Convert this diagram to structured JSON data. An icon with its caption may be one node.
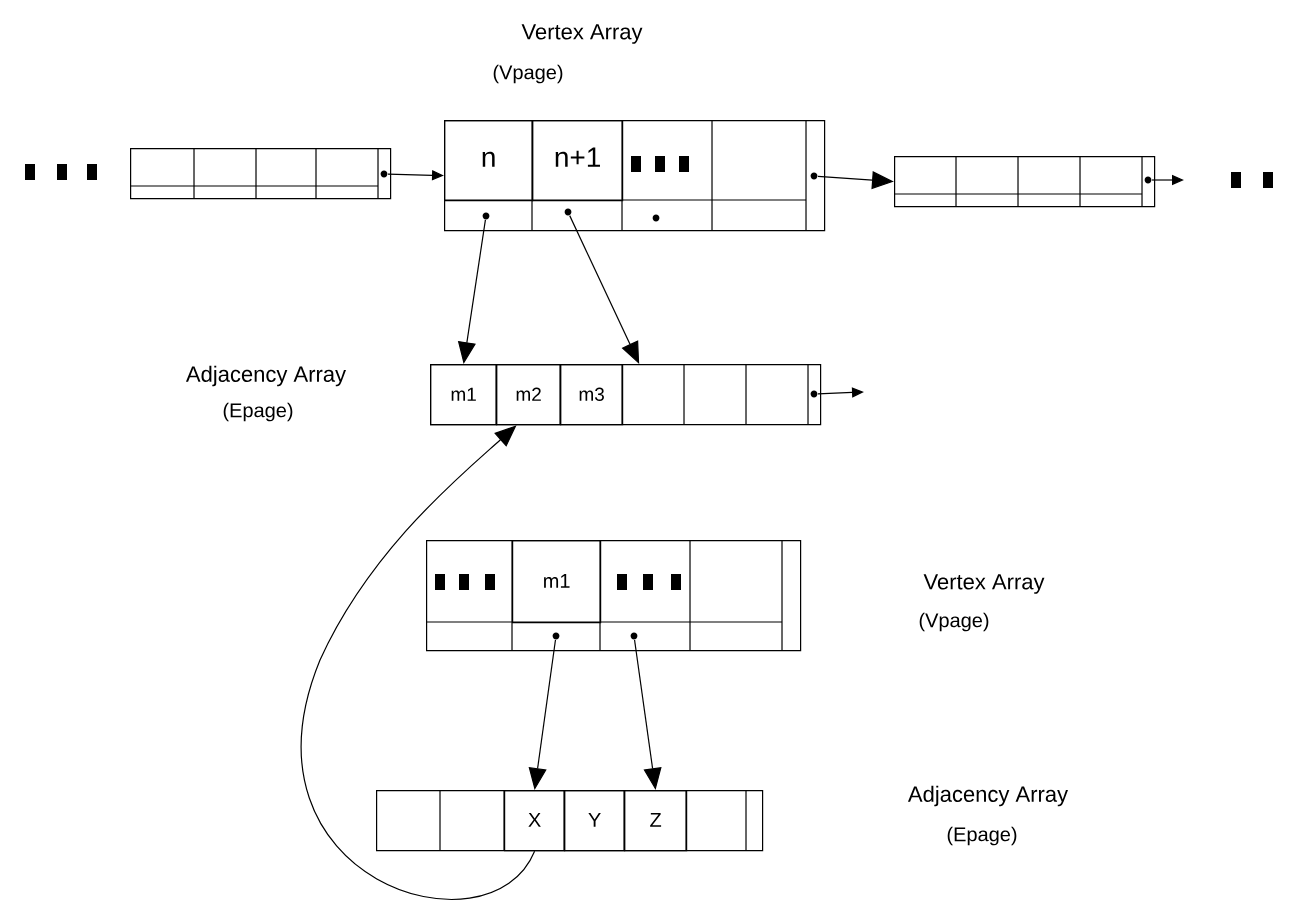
{
  "diagram": {
    "nodes": [
      {
        "text": [],
        "shape": "box"
      },
      {
        "text": [],
        "shape": "circle",
        "in": 0
      },
      {
        "text": [],
        "shape": "box",
        "beside": [
          "Vertex Array",
          "(Vpage)"
        ]
      },
      {
        "text": [
          "n"
        ],
        "in": 2
      },
      {
        "text": [
          "n+1"
        ],
        "in": 2
      },
      {
        "text": [],
        "shape": "circle",
        "in": 2
      },
      {
        "text": [],
        "shape": "circle",
        "in": 2
      },
      {
        "text": [],
        "shape": "circle",
        "in": 2
      },
      {
        "text": [],
        "shape": "circle",
        "in": 2
      },
      {
        "text": [],
        "shape": "box"
      },
      {
        "text": [],
        "shape": "circle",
        "in": 9
      },
      {
        "text": [],
        "shape": "box",
        "beside": [
          "Adjacency Array",
          "(Epage)"
        ]
      },
      {
        "text": [
          "m1"
        ],
        "in": 11
      },
      {
        "text": [
          "m2"
        ],
        "in": 11
      },
      {
        "text": [
          "m3"
        ],
        "in": 11
      },
      {
        "text": [],
        "shape": "circle",
        "in": 11
      },
      {
        "text": [],
        "shape": "box",
        "beside": [
          "Vertex Array",
          "(Vpage)"
        ]
      },
      {
        "text": [
          "m1"
        ],
        "in": 16
      },
      {
        "text": [],
        "shape": "circle",
        "in": 16
      },
      {
        "text": [],
        "shape": "circle",
        "in": 16
      },
      {
        "text": [],
        "shape": "box",
        "beside": [
          "Adjacency Array",
          "(Epage)"
        ]
      },
      {
        "text": [
          "X"
        ],
        "in": 20
      },
      {
        "text": [
          "Y"
        ],
        "in": 20
      },
      {
        "text": [
          "Z"
        ],
        "in": 20
      }
    ],
    "edges": [
      {
        "from": 1,
        "to": 2,
        "arrow": "to"
      },
      {
        "from": 8,
        "to": 9,
        "arrow": "to"
      },
      {
        "from": 10,
        "to": null,
        "arrow": "to"
      },
      {
        "from": 15,
        "to": null,
        "arrow": "to"
      },
      {
        "from": 5,
        "to": 12,
        "arrow": "to"
      },
      {
        "from": 6,
        "to": 14,
        "arrow": "to"
      },
      {
        "from": 18,
        "to": 21,
        "arrow": "to"
      },
      {
        "from": 19,
        "to": 23,
        "arrow": "to"
      },
      {
        "from": 21,
        "to": 13,
        "arrow": "to"
      }
    ]
  }
}
